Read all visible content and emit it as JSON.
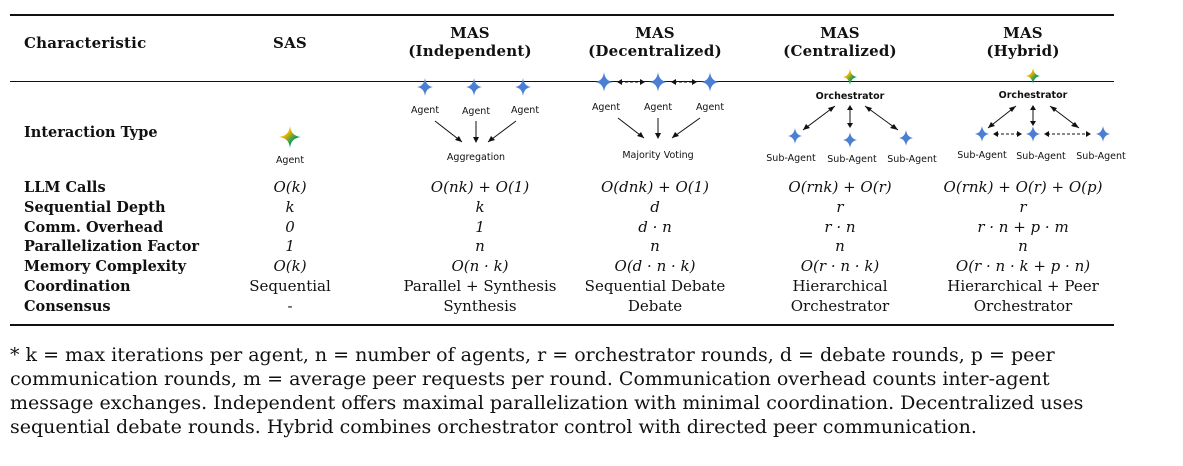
{
  "header": {
    "characteristic": "Characteristic",
    "sas": "SAS",
    "mas_independent": [
      "MAS",
      "(Independent)"
    ],
    "mas_decentralized": [
      "MAS",
      "(Decentralized)"
    ],
    "mas_centralized": [
      "MAS",
      "(Centralized)"
    ],
    "mas_hybrid": [
      "MAS",
      "(Hybrid)"
    ]
  },
  "interaction": {
    "label": "Interaction Type",
    "sas": {
      "agent": "Agent"
    },
    "independent": {
      "agents": [
        "Agent",
        "Agent",
        "Agent"
      ],
      "aggregator": "Aggregation"
    },
    "decentralized": {
      "agents": [
        "Agent",
        "Agent",
        "Agent"
      ],
      "aggregator": "Majority Voting"
    },
    "centralized": {
      "orchestrator": "Orchestrator",
      "subagents": [
        "Sub-Agent",
        "Sub-Agent",
        "Sub-Agent"
      ]
    },
    "hybrid": {
      "orchestrator": "Orchestrator",
      "subagents": [
        "Sub-Agent",
        "Sub-Agent",
        "Sub-Agent"
      ]
    }
  },
  "rows": [
    {
      "label": "LLM Calls",
      "cells": [
        "O(k)",
        "O(nk) + O(1)",
        "O(dnk) + O(1)",
        "O(rnk) + O(r)",
        "O(rnk) + O(r) + O(p)"
      ],
      "math": true
    },
    {
      "label": "Sequential Depth",
      "cells": [
        "k",
        "k",
        "d",
        "r",
        "r"
      ],
      "math": true
    },
    {
      "label": "Comm. Overhead",
      "cells": [
        "0",
        "1",
        "d · n",
        "r · n",
        "r · n + p · m"
      ],
      "math": true
    },
    {
      "label": "Parallelization Factor",
      "cells": [
        "1",
        "n",
        "n",
        "n",
        "n"
      ],
      "math": true
    },
    {
      "label": "Memory Complexity",
      "cells": [
        "O(k)",
        "O(n · k)",
        "O(d · n · k)",
        "O(r · n · k)",
        "O(r · n · k + p · n)"
      ],
      "math": true
    },
    {
      "label": "Coordination",
      "cells": [
        "Sequential",
        "Parallel + Synthesis",
        "Sequential Debate",
        "Hierarchical",
        "Hierarchical + Peer"
      ],
      "math": false
    },
    {
      "label": "Consensus",
      "cells": [
        "-",
        "Synthesis",
        "Debate",
        "Orchestrator",
        "Orchestrator"
      ],
      "math": false
    }
  ],
  "footnote": {
    "text": "* k = max iterations per agent, n = number of agents, r = orchestrator rounds, d = debate rounds, p = peer communication rounds, m = average peer requests per round. Communication overhead counts inter-agent message exchanges. Independent offers maximal parallelization with minimal coordination. Decentralized uses sequential debate rounds. Hybrid combines orchestrator control with directed peer communication."
  },
  "colors": {
    "star_blue": "#4a7fd4",
    "rule": "#111111"
  }
}
